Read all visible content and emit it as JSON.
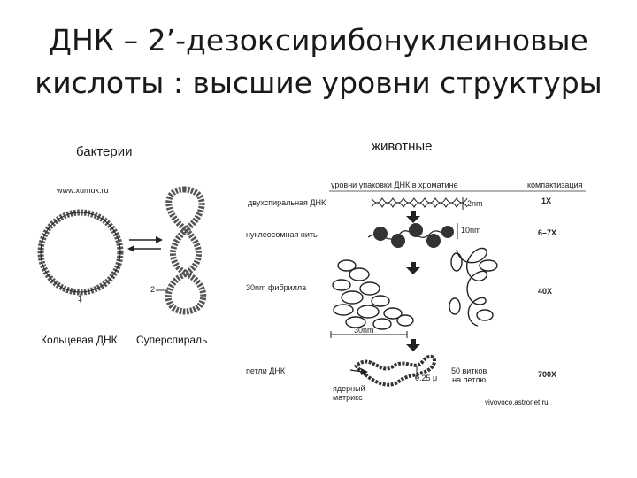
{
  "title": {
    "line1": "ДНК – 2’-дезоксирибонуклеиновые",
    "line2": "кислоты : высшие уровни структуры"
  },
  "bacteria": {
    "heading": "бактерии",
    "watermark": "www.xumuk.ru",
    "circular_label": "Кольцевая ДНК",
    "supercoil_label": "Суперспираль",
    "num1": "1",
    "num2": "2"
  },
  "animals": {
    "heading": "животные",
    "col_levels": "уровни упаковки ДНК в хроматине",
    "col_compaction": "компактизация",
    "levels": [
      {
        "name": "двухспиральная ДНК",
        "size": "2nm",
        "compaction": "1X"
      },
      {
        "name": "нуклеосомная нить",
        "size": "10nm",
        "compaction": "6–7X"
      },
      {
        "name": "30nm фибрилла",
        "size": "30nm",
        "compaction": "40X"
      },
      {
        "name": "петли ДНК",
        "size": "0.25 μ",
        "compaction": "700X"
      }
    ],
    "loops_note_line1": "50 витков",
    "loops_note_line2": "на петлю",
    "matrix_line1": "ядерный",
    "matrix_line2": "матрикс",
    "credit": "vivovoco.astronet.ru"
  }
}
